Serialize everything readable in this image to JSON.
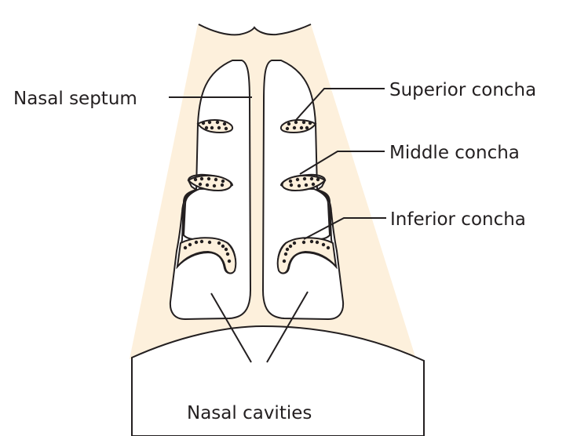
{
  "title": "Nasal cavity cross-section",
  "labels": {
    "nasal_septum": "Nasal septum",
    "superior_concha": "Superior concha",
    "middle_concha": "Middle concha",
    "inferior_concha": "Inferior concha",
    "nasal_cavities": "Nasal cavities"
  },
  "colors": {
    "tissue": "#fdf0dc",
    "outline": "#231f20",
    "cavity": "#ffffff"
  }
}
